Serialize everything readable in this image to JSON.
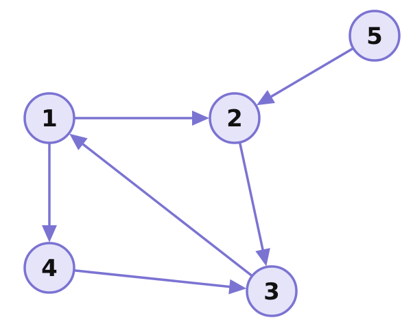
{
  "graph": {
    "directed": true,
    "colors": {
      "node_fill": "#e6e4f9",
      "node_stroke": "#7b73d2",
      "edge": "#7b73d2",
      "label": "#111111"
    },
    "nodes": [
      {
        "id": "1",
        "label": "1"
      },
      {
        "id": "2",
        "label": "2"
      },
      {
        "id": "3",
        "label": "3"
      },
      {
        "id": "4",
        "label": "4"
      },
      {
        "id": "5",
        "label": "5"
      }
    ],
    "edges": [
      {
        "from": "1",
        "to": "2"
      },
      {
        "from": "1",
        "to": "4"
      },
      {
        "from": "2",
        "to": "3"
      },
      {
        "from": "3",
        "to": "1"
      },
      {
        "from": "4",
        "to": "3"
      },
      {
        "from": "5",
        "to": "2"
      }
    ]
  }
}
